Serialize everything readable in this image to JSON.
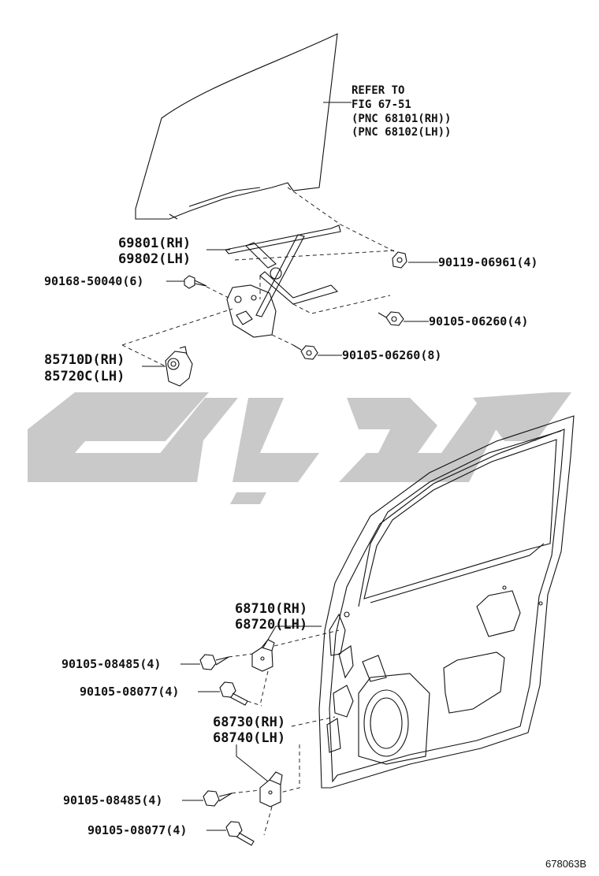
{
  "labels": {
    "refer_to": "REFER TO",
    "fig_ref": "FIG 67-51",
    "pnc_rh": "(PNC 68101(RH))",
    "pnc_lh": "(PNC 68102(LH))",
    "regulator_rh": "69801(RH)",
    "regulator_lh": "69802(LH)",
    "bolt_90119": "90119-06961(4)",
    "bolt_90168": "90168-50040(6)",
    "bolt_90105_06260_4": "90105-06260(4)",
    "bolt_90105_06260_8": "90105-06260(8)",
    "motor_rh": "85710D(RH)",
    "motor_lh": "85720C(LH)",
    "upper_hinge_rh": "68710(RH)",
    "upper_hinge_lh": "68720(LH)",
    "bolt_08485_upper": "90105-08485(4)",
    "bolt_08077_upper": "90105-08077(4)",
    "lower_hinge_rh": "68730(RH)",
    "lower_hinge_lh": "68740(LH)",
    "bolt_08485_lower": "90105-08485(4)",
    "bolt_08077_lower": "90105-08077(4)",
    "figure_number": "678063B"
  }
}
